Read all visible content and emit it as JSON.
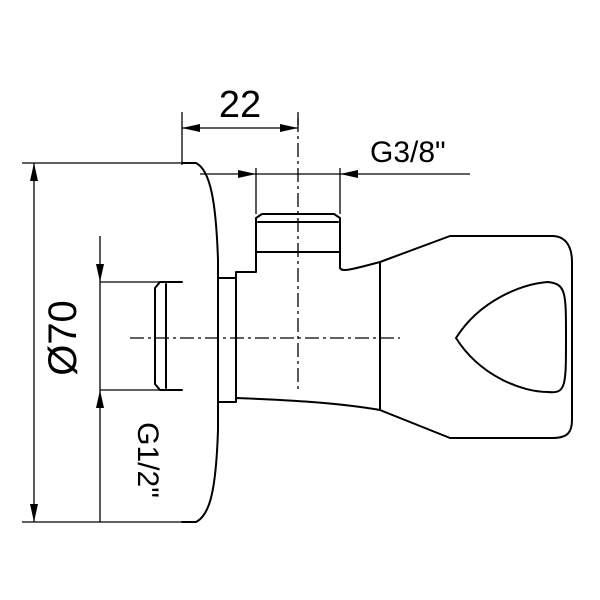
{
  "dimensions": {
    "top_width": "22",
    "thread_top": "G3/8\"",
    "diameter": "Ø70",
    "thread_inlet": "G1/2\""
  },
  "colors": {
    "ink": "#000000",
    "paper": "#ffffff"
  }
}
